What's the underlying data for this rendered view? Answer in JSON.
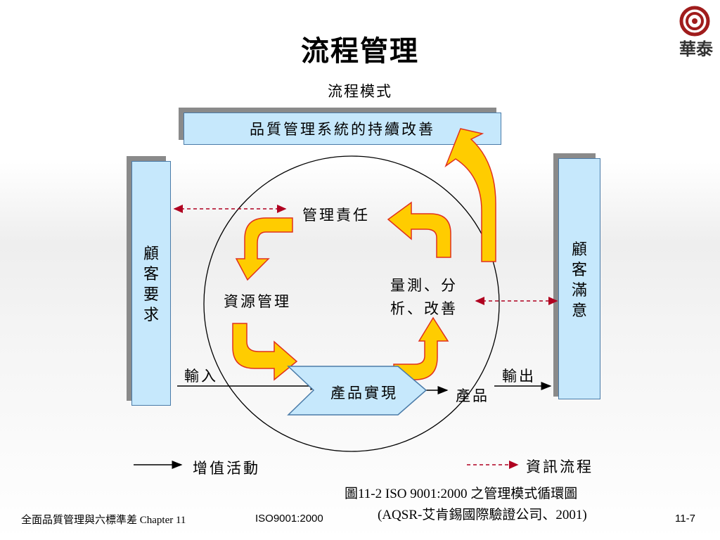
{
  "title": "流程管理",
  "subtitle": "流程模式",
  "logo": {
    "text": "華泰",
    "icon": "ring-logo-icon",
    "color": "#a01c1c"
  },
  "top_box": "品質管理系統的持續改善",
  "left_box": "顧客要求",
  "right_box": "顧客滿意",
  "cycle": {
    "management": "管理責任",
    "resources": "資源管理",
    "measure_line1": "量測、分",
    "measure_line2": "析、改善",
    "realization": "產品實現"
  },
  "flow": {
    "input": "輸入",
    "output": "輸出",
    "product": "產品"
  },
  "legend": {
    "value_activity": "增值活動",
    "info_flow": "資訊流程"
  },
  "caption": {
    "line1": "圖11-2 ISO 9001:2000 之管理模式循環圖",
    "line2": "(AQSR-艾肯錫國際驗證公司、2001)"
  },
  "footer": {
    "left": "全面品質管理與六標準差   Chapter 11",
    "middle": "ISO9001:2000",
    "page": "11-7"
  },
  "colors": {
    "box_fill": "#c6e8fc",
    "box_border": "#4a7ba8",
    "arrow_fill": "#ffcc00",
    "arrow_border": "#e0301e",
    "dashed_arrow": "#b00020"
  }
}
